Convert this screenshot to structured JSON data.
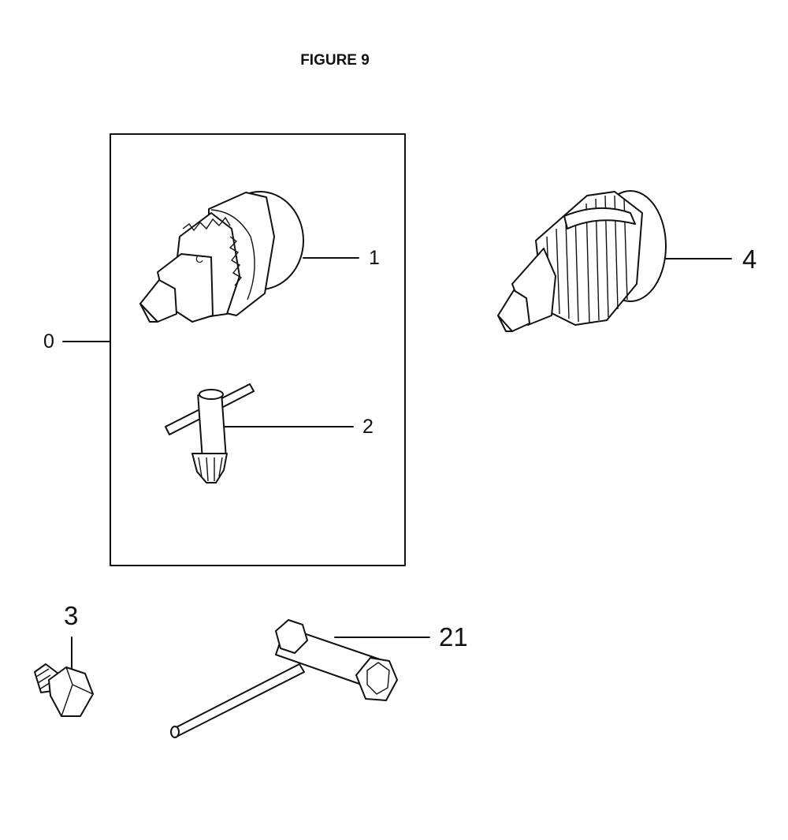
{
  "figure_title": "FIGURE 9",
  "callouts": {
    "kit": "0",
    "chuck": "1",
    "chuck_key": "2",
    "screw": "3",
    "keyless_chuck": "4",
    "wrench": "21"
  },
  "colors": {
    "ink": "#111111",
    "background": "#ffffff"
  }
}
